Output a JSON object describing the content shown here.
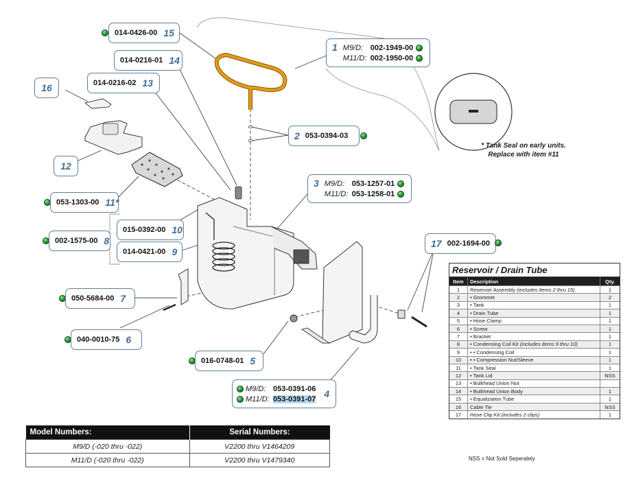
{
  "callouts": [
    {
      "num": "15",
      "pn": "014-0426-00"
    },
    {
      "num": "14",
      "pn": "014-0216-01"
    },
    {
      "num": "13",
      "pn": "014-0216-02"
    },
    {
      "num": "16",
      "pn": ""
    },
    {
      "num": "12",
      "pn": ""
    },
    {
      "num": "11*",
      "pn": "053-1303-00"
    },
    {
      "num": "10",
      "pn": "015-0392-00"
    },
    {
      "num": "8",
      "pn": "002-1575-00"
    },
    {
      "num": "9",
      "pn": "014-0421-00"
    },
    {
      "num": "7",
      "pn": "050-5684-00"
    },
    {
      "num": "6",
      "pn": "040-0010-75"
    },
    {
      "num": "5",
      "pn": "016-0748-01"
    },
    {
      "num": "2",
      "pn": "053-0394-03"
    },
    {
      "num": "17",
      "pn": "002-1694-00"
    }
  ],
  "multi_callouts": [
    {
      "num": "1",
      "rows": [
        {
          "model": "M9/D:",
          "pn": "002-1949-00"
        },
        {
          "model": "M11/D:",
          "pn": "002-1950-00"
        }
      ]
    },
    {
      "num": "3",
      "rows": [
        {
          "model": "M9/D:",
          "pn": "053-1257-01"
        },
        {
          "model": "M11/D:",
          "pn": "053-1258-01"
        }
      ]
    },
    {
      "num": "4",
      "rows": [
        {
          "model": "M9/D:",
          "pn": "053-0391-06"
        },
        {
          "model": "M11/D:",
          "pn": "053-0391-07"
        }
      ]
    }
  ],
  "note": {
    "line1": "* Tank Seal on early units.",
    "line2": "Replace with item #11"
  },
  "parts_table": {
    "title": "Reservoir / Drain Tube",
    "headers": {
      "item": "Item",
      "description": "Description",
      "qty": "Qty."
    },
    "rows": [
      {
        "item": "1",
        "description": "Reservoir Assembly",
        "note": "(includes items 2 thru 15)",
        "qty": "1"
      },
      {
        "item": "2",
        "description": "• Grommet",
        "note": "",
        "qty": "2"
      },
      {
        "item": "3",
        "description": "• Tank",
        "note": "",
        "qty": "1"
      },
      {
        "item": "4",
        "description": "• Drain Tube",
        "note": "",
        "qty": "1"
      },
      {
        "item": "5",
        "description": "• Hose Clamp",
        "note": "",
        "qty": "1"
      },
      {
        "item": "6",
        "description": "• Screw",
        "note": "",
        "qty": "1"
      },
      {
        "item": "7",
        "description": "• Bracket",
        "note": "",
        "qty": "1"
      },
      {
        "item": "8",
        "description": "• Condensing Coil Kit",
        "note": "(includes items 9 thru 10)",
        "qty": "1"
      },
      {
        "item": "9",
        "description": "• • Condensing Coil",
        "note": "",
        "qty": "1"
      },
      {
        "item": "10",
        "description": "• • Compression Nut/Sleeve",
        "note": "",
        "qty": "1"
      },
      {
        "item": "11",
        "description": "• Tank Seal",
        "note": "",
        "qty": "1"
      },
      {
        "item": "12",
        "description": "• Tank Lid",
        "note": "",
        "qty": "NSS"
      },
      {
        "item": "13",
        "description": "• Bulkhead Union Nut",
        "note": "",
        "qty": ""
      },
      {
        "item": "14",
        "description": "• Bulkhead Union Body",
        "note": "",
        "qty": "1"
      },
      {
        "item": "15",
        "description": "• Equalization Tube",
        "note": "",
        "qty": "1"
      },
      {
        "item": "16",
        "description": "Cable Tie",
        "note": "",
        "qty": "NSS"
      },
      {
        "item": "17",
        "description": "Hose Clip Kit",
        "note": "(includes 2 clips)",
        "qty": "1"
      }
    ]
  },
  "nss_note": "NSS = Not Sold Seperately",
  "model_table": {
    "headers": {
      "model": "Model Numbers:",
      "serial": "Serial Numbers:"
    },
    "rows": [
      {
        "model": "M9/D (-020 thru -022)",
        "serial": "V2200 thru V1464209"
      },
      {
        "model": "M11/D (-020 thru -022)",
        "serial": "V2200 thru V1479340"
      }
    ]
  },
  "colors": {
    "callout_border": "#5f7f99",
    "item_number": "#3f6d96",
    "green_dot": "#2d9e3c",
    "part_orange": "#e39a1c"
  }
}
